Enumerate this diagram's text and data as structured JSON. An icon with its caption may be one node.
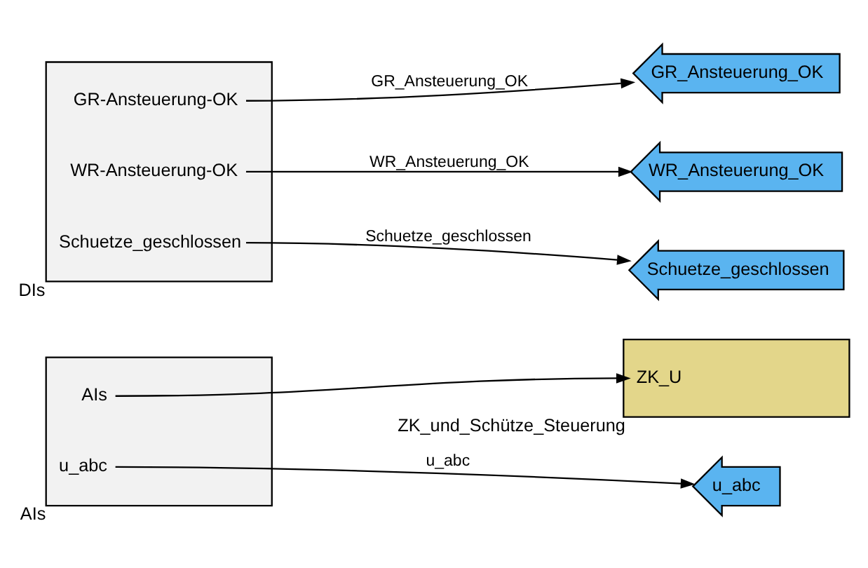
{
  "diagram": {
    "nodes": [
      {
        "text": [
          "AIs",
          "u_abc"
        ],
        "beside": [
          "AIs"
        ]
      },
      {
        "text": [
          "ZK_U"
        ],
        "beside": [
          "ZK_und_Schütze_Steuerung"
        ]
      },
      {
        "text": [
          "u_abc"
        ]
      },
      {
        "text": [
          "GR-Ansteuerung-OK",
          "WR-Ansteuerung-OK",
          "Schuetze_geschlossen"
        ],
        "beside": [
          "DIs"
        ]
      },
      {
        "text": [
          "GR_Ansteuerung_OK"
        ]
      },
      {
        "text": [
          "WR_Ansteuerung_OK"
        ]
      },
      {
        "text": [
          "Schuetze_geschlossen"
        ]
      }
    ],
    "edges": [
      {
        "from": 0,
        "to": 1,
        "arrow": "to"
      },
      {
        "from": 0,
        "to": 2,
        "arrow": "to",
        "label": "u_abc"
      },
      {
        "from": 3,
        "to": 4,
        "arrow": "to",
        "label": "GR_Ansteuerung_OK"
      },
      {
        "from": 3,
        "to": 5,
        "arrow": "to",
        "label": "WR_Ansteuerung_OK"
      },
      {
        "from": 3,
        "to": 6,
        "arrow": "to",
        "label": "Schuetze_geschlossen"
      }
    ]
  }
}
